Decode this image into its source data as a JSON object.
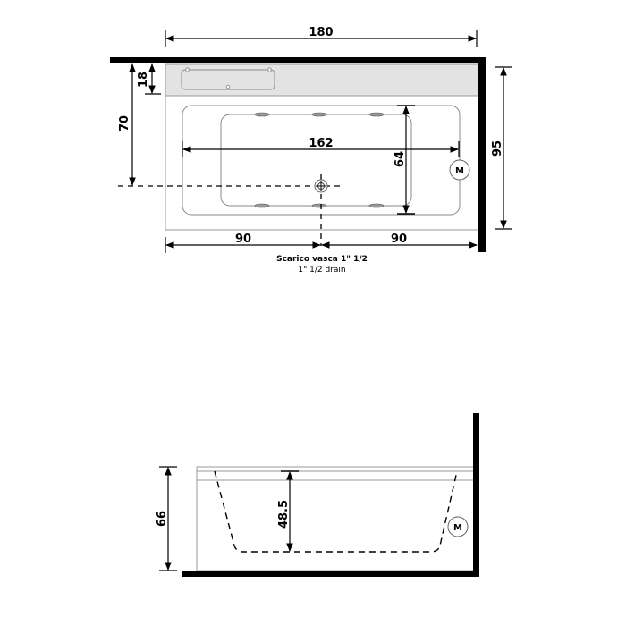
{
  "plan_view": {
    "dimensions": {
      "overall_length": "180",
      "overall_width": "95",
      "deck_depth": "18",
      "drain_offset_from_wall": "70",
      "inner_length": "162",
      "inner_width": "64",
      "drain_left": "90",
      "drain_right": "90"
    },
    "motor_label": "M",
    "drain_caption_it": "Scarico vasca 1\" 1/2",
    "drain_caption_en": "1\" 1/2  drain"
  },
  "side_view": {
    "dimensions": {
      "overall_height": "66",
      "inner_depth": "48.5"
    },
    "motor_label": "M"
  },
  "colors": {
    "wall": "#000000",
    "deck_fill": "#e3e3e3",
    "outline": "#888888"
  }
}
